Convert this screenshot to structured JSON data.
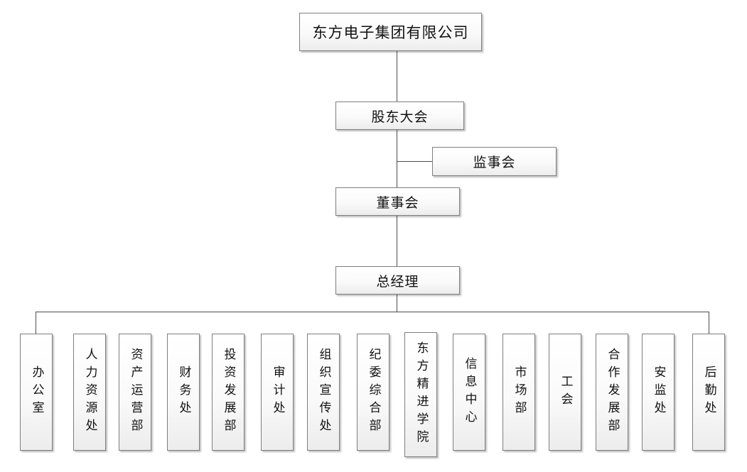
{
  "org_chart": {
    "nodes": {
      "company": "东方电子集团有限公司",
      "shareholders_meeting": "股东大会",
      "supervisory_board": "监事会",
      "board_of_directors": "董事会",
      "general_manager": "总经理"
    },
    "departments": [
      "办公室",
      "人力资源处",
      "资产运营部",
      "财务处",
      "投资发展部",
      "审计处",
      "组织宣传处",
      "纪委综合部",
      "东方精进学院",
      "信息中心",
      "市场部",
      "工会",
      "合作发展部",
      "安监处",
      "后勤处"
    ]
  }
}
